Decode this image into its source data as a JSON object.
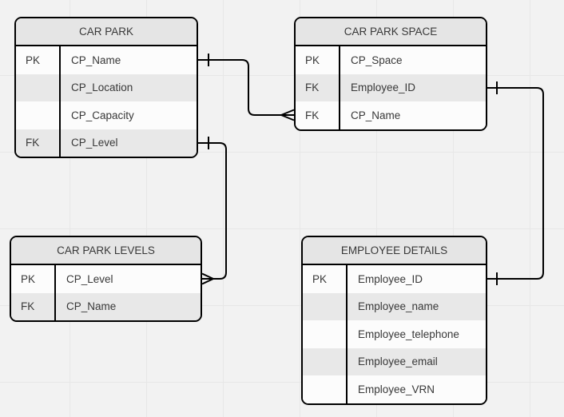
{
  "diagram": {
    "type": "entity-relationship",
    "background_color": "#f2f2f2",
    "grid_color": "#e7e7e7"
  },
  "colors": {
    "entity_border": "#000000",
    "header_fill": "#e5e5e5",
    "row_alt_fill": "#e8e8e8",
    "row_fill": "#fcfcfc",
    "text": "#383838",
    "connector": "#000000"
  },
  "entities": [
    {
      "title": "CAR PARK",
      "rows": [
        {
          "key": "PK",
          "name": "CP_Name"
        },
        {
          "key": "",
          "name": "CP_Location"
        },
        {
          "key": "",
          "name": "CP_Capacity"
        },
        {
          "key": "FK",
          "name": "CP_Level"
        }
      ]
    },
    {
      "title": "CAR PARK SPACE",
      "rows": [
        {
          "key": "PK",
          "name": "CP_Space"
        },
        {
          "key": "FK",
          "name": "Employee_ID"
        },
        {
          "key": "FK",
          "name": "CP_Name"
        }
      ]
    },
    {
      "title": "CAR PARK LEVELS",
      "rows": [
        {
          "key": "PK",
          "name": "CP_Level"
        },
        {
          "key": "FK",
          "name": "CP_Name"
        }
      ]
    },
    {
      "title": "EMPLOYEE DETAILS",
      "rows": [
        {
          "key": "PK",
          "name": "Employee_ID"
        },
        {
          "key": "",
          "name": "Employee_name"
        },
        {
          "key": "",
          "name": "Employee_telephone"
        },
        {
          "key": "",
          "name": "Employee_email"
        },
        {
          "key": "",
          "name": "Employee_VRN"
        }
      ]
    }
  ],
  "relationships": [
    {
      "from": "CAR PARK.CP_Name",
      "from_cardinality": "one",
      "to": "CAR PARK SPACE.CP_Name",
      "to_cardinality": "many"
    },
    {
      "from": "CAR PARK.CP_Level",
      "from_cardinality": "one",
      "to": "CAR PARK LEVELS.CP_Level",
      "to_cardinality": "many"
    },
    {
      "from": "CAR PARK SPACE.Employee_ID",
      "from_cardinality": "one",
      "to": "EMPLOYEE DETAILS.Employee_ID",
      "to_cardinality": "one"
    }
  ]
}
